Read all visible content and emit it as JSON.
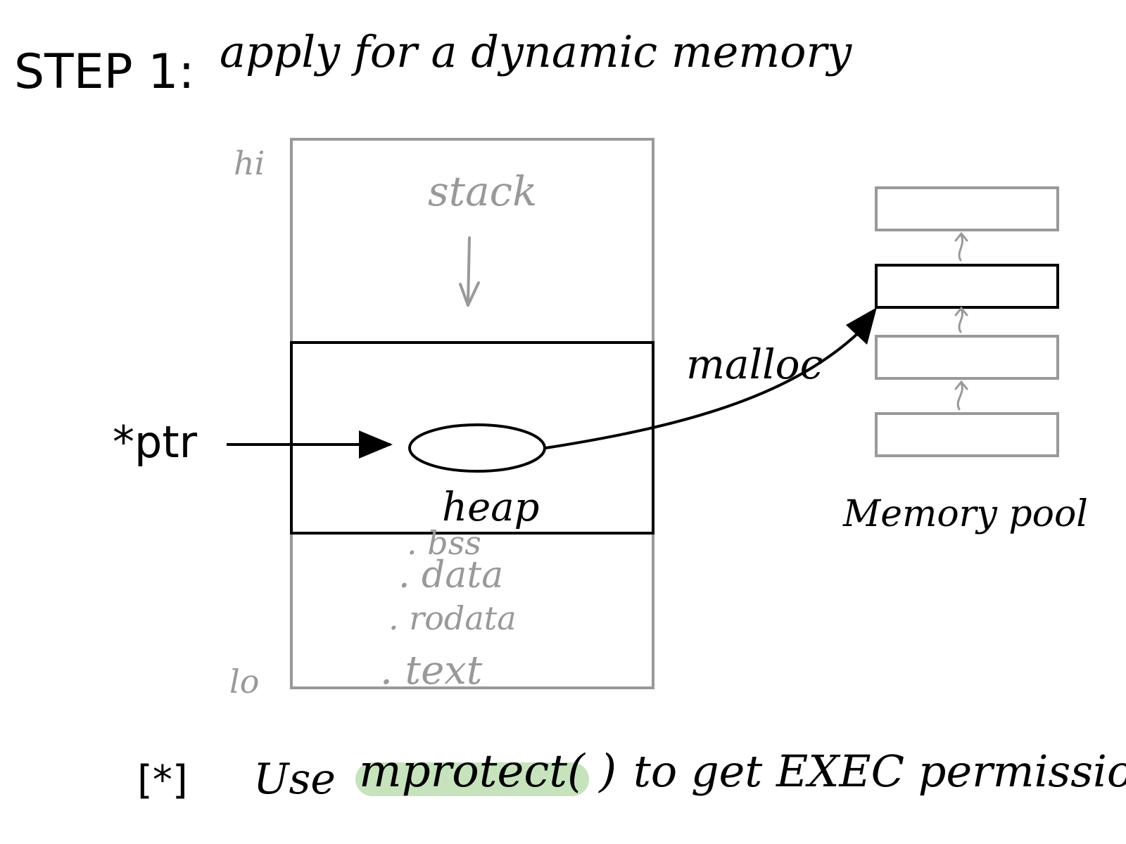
{
  "title": {
    "step": "STEP 1:",
    "text": "apply for a dynamic memory"
  },
  "address_space": {
    "hi_label": "hi",
    "lo_label": "lo",
    "stack_label": "stack",
    "heap_label": "heap",
    "segments": [
      ". bss",
      ". data",
      ". rodata",
      ". text"
    ]
  },
  "pointer": {
    "label": "*ptr"
  },
  "arrow_label": "malloc",
  "memory_pool": {
    "label": "Memory pool",
    "blocks": 4,
    "selected_block": 2
  },
  "note": {
    "prefix": "[*]",
    "use": "Use",
    "highlight": "mprotect( )",
    "rest": "to get EXEC permission"
  },
  "colors": {
    "ink": "#000000",
    "gray": "#999999",
    "highlight": "#c6e3bd"
  }
}
